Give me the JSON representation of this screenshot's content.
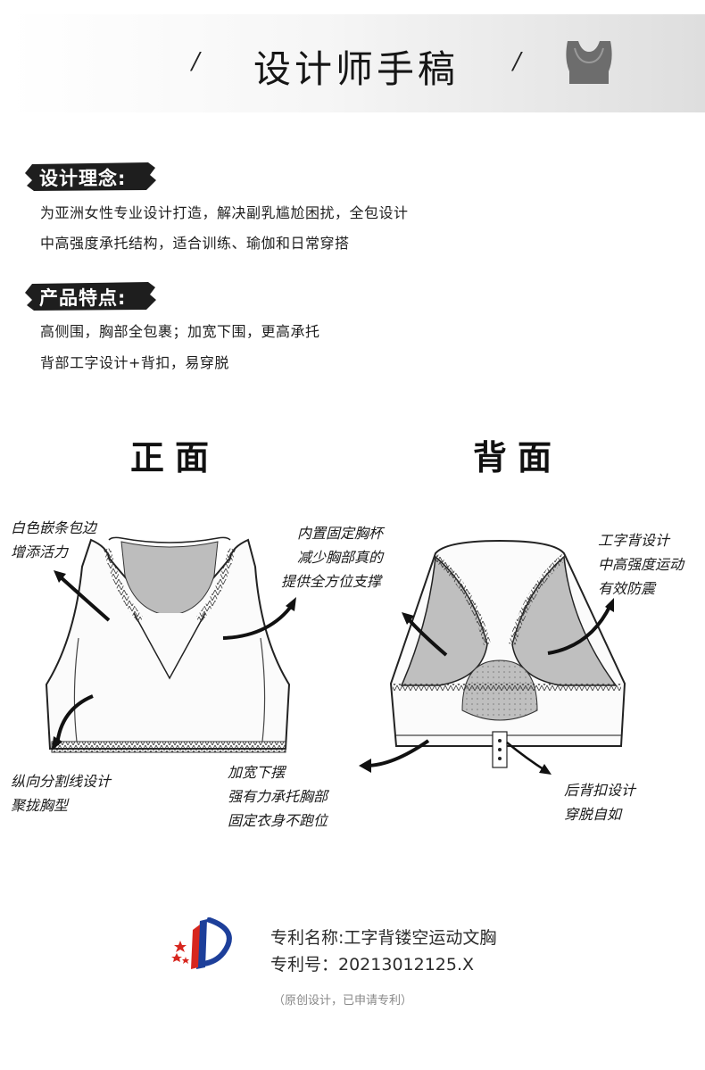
{
  "header": {
    "title": "设计师手稿",
    "slash_left": "/",
    "slash_right": "/",
    "icon": "bra-icon"
  },
  "design": {
    "tag": "设计理念:",
    "lines": [
      "为亚洲女性专业设计打造，解决副乳尴尬困扰，全包设计",
      "中高强度承托结构，适合训练、瑜伽和日常穿搭"
    ]
  },
  "features": {
    "tag": "产品特点:",
    "lines": [
      "高侧围，胸部全包裹；加宽下围，更高承托",
      "背部工字设计+背扣，易穿脱"
    ]
  },
  "front": {
    "heading": "正面",
    "notes": {
      "edging": [
        "白色嵌条包边",
        "增添活力"
      ],
      "cup": [
        "内置固定胸杯",
        "减少胸部真的",
        "提供全方位支撑"
      ],
      "seam": [
        "纵向分割线设计",
        "聚拢胸型"
      ],
      "hem": [
        "加宽下摆",
        "强有力承托胸部",
        "固定衣身不跑位"
      ]
    }
  },
  "back": {
    "heading": "背面",
    "notes": {
      "strap": [
        "工字背设计",
        "中高强度运动",
        "有效防震"
      ],
      "clasp": [
        "后背扣设计",
        "穿脱自如"
      ]
    }
  },
  "patent": {
    "name": "专利名称:工字背镂空运动文胸",
    "number": "专利号：20213012125.X",
    "note": "（原创设计，已申请专利）",
    "logo": "patent-office-logo"
  },
  "colors": {
    "tag_bg": "#1e1e1e",
    "fabric_gray": "#b9b9b9",
    "header_gray": "#dedede"
  }
}
